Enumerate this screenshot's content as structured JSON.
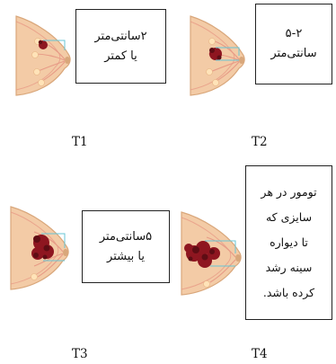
{
  "panels": [
    {
      "stage": "T1",
      "lines": [
        "۲سانتی‌متر",
        "یا کمتر"
      ]
    },
    {
      "stage": "T2",
      "lines": [
        "۵-۲",
        "سانتی‌متر"
      ]
    },
    {
      "stage": "T3",
      "lines": [
        "۵سانتی‌متر",
        "یا بیشتر"
      ]
    },
    {
      "stage": "T4",
      "lines": [
        "تومور در هر",
        "سایزی که",
        "تا دیواره",
        "سینه رشد",
        "کرده باشد."
      ]
    }
  ],
  "colors": {
    "skin": "#f3cba6",
    "skin_dark": "#d9a77b",
    "tissue": "#f6d9b8",
    "tumor": "#8e1620",
    "tumor_dark": "#5e0d14",
    "measure_line": "#67c6d6",
    "duct": "#e79a86"
  },
  "icons": [
    "breast-diagram-icon",
    "tumor-icon"
  ]
}
